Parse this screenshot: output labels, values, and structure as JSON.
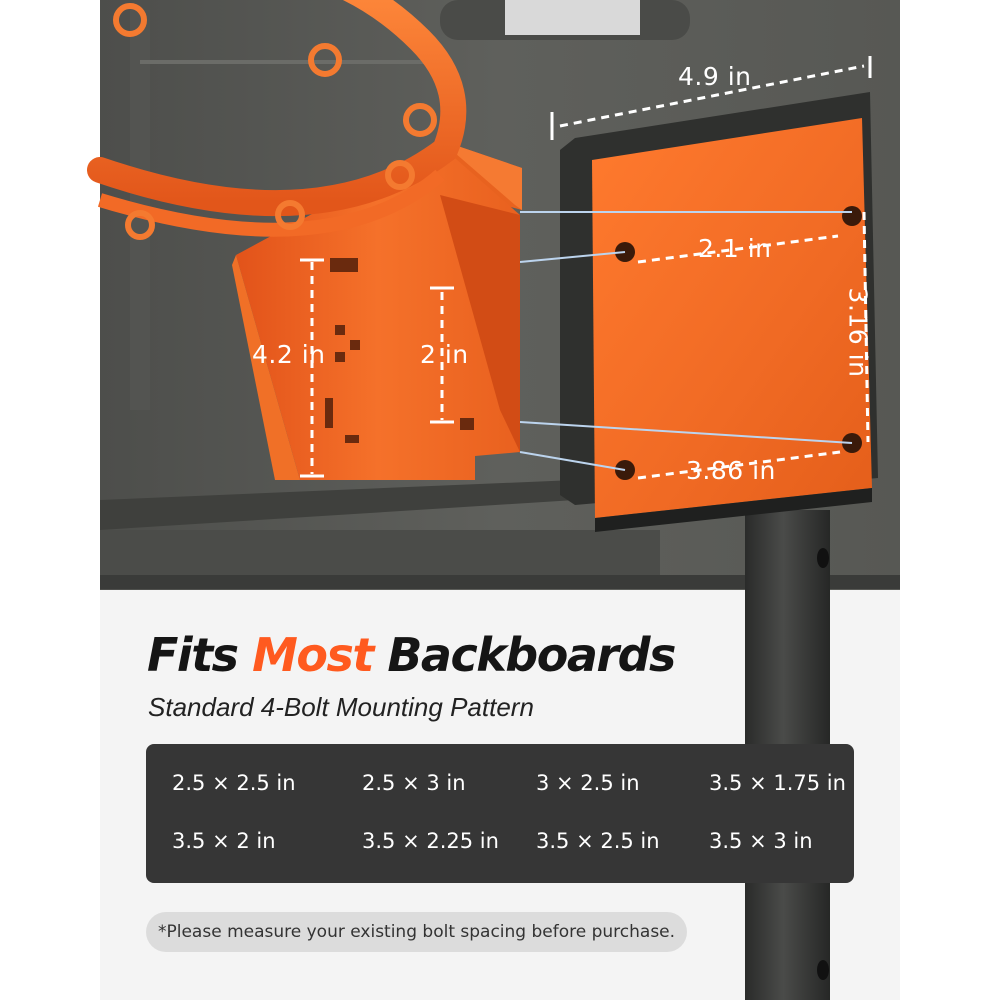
{
  "dimensions": {
    "plate_width": "4.9 in",
    "top_bolt_spacing": "2.1 in",
    "vertical_spacing": "3.16 in",
    "bottom_bolt_spacing": "3.86 in",
    "bracket_height": "4.2 in",
    "bracket_slot_height": "2 in"
  },
  "headline": {
    "part1": "Fits",
    "accent": "Most",
    "part2": "Backboards"
  },
  "subhead": "Standard 4-Bolt Mounting Pattern",
  "patterns": {
    "row1": [
      "2.5 × 2.5 in",
      "2.5 × 3 in",
      "3 × 2.5 in",
      "3.5 × 1.75 in"
    ],
    "row2": [
      "3.5 × 2 in",
      "3.5 × 2.25 in",
      "3.5 × 2.5 in",
      "3.5 × 3 in"
    ]
  },
  "disclaimer": "*Please measure your existing bolt spacing before purchase.",
  "colors": {
    "accent": "#ff5a1f",
    "orange": "#f26a26",
    "backboard": "#5a5b58",
    "table": "#363636"
  }
}
